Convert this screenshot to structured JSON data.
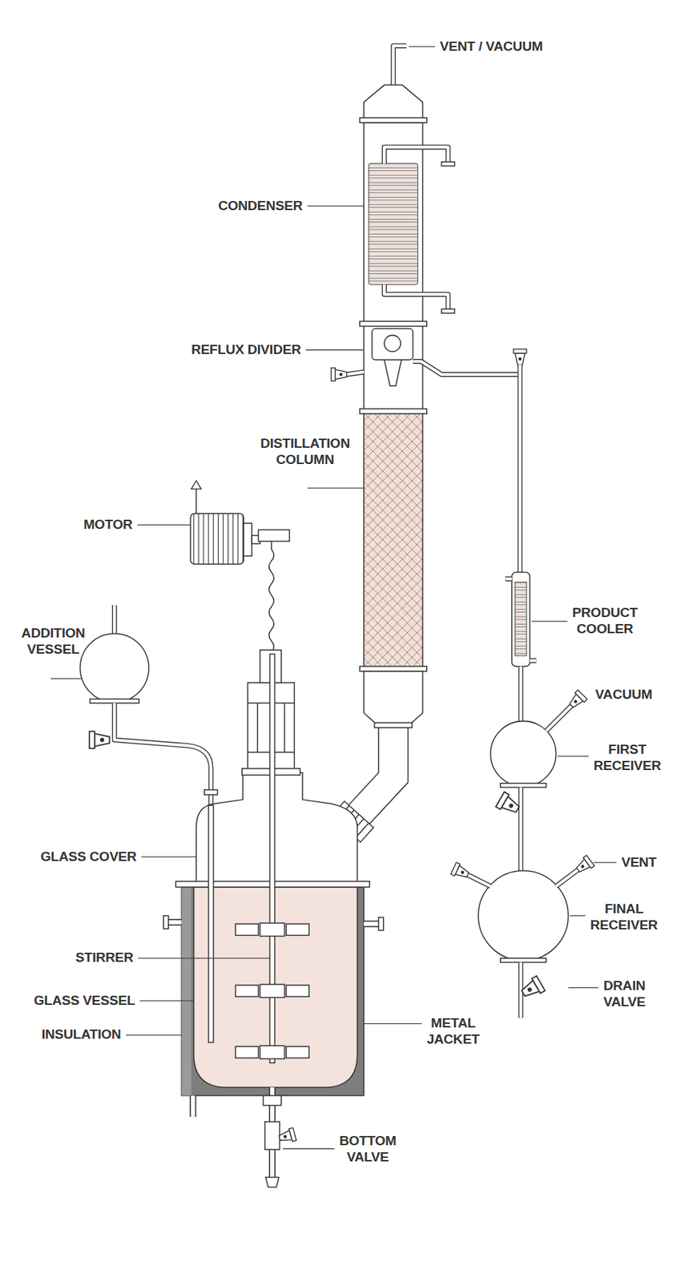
{
  "diagram": {
    "labels": [
      "VENT / VACUUM",
      "CONDENSER",
      "REFLUX DIVIDER",
      "DISTILLATION COLUMN",
      "MOTOR",
      "ADDITION VESSEL",
      "GLASS COVER",
      "STIRRER",
      "GLASS VESSEL",
      "INSULATION",
      "METAL JACKET",
      "BOTTOM VALVE",
      "PRODUCT COOLER",
      "VACUUM",
      "FIRST RECEIVER",
      "VENT",
      "FINAL RECEIVER",
      "DRAIN VALVE"
    ]
  }
}
